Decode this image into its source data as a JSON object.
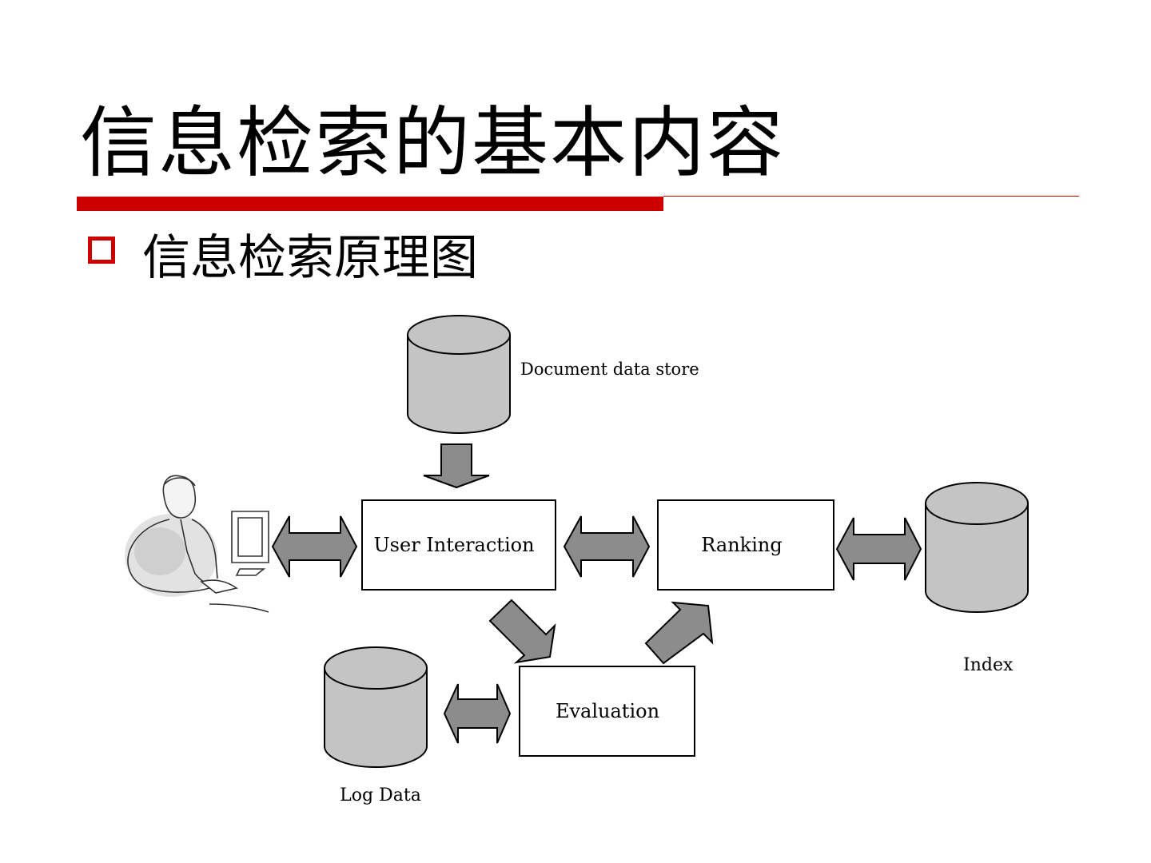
{
  "slide": {
    "title": "信息检索的基本内容",
    "bullet": "信息检索原理图",
    "accent_color": "#cc0000"
  },
  "diagram": {
    "nodes": {
      "user_interaction": "User Interaction",
      "ranking": "Ranking",
      "evaluation": "Evaluation"
    },
    "stores": {
      "document": "Document data store",
      "index": "Index",
      "log": "Log Data"
    },
    "icons": {
      "user": "person-at-computer-icon",
      "store": "database-cylinder-icon"
    },
    "colors": {
      "cylinder_fill": "#c4c4c4",
      "arrow_fill": "#8c8c8c",
      "outline": "#000000"
    }
  }
}
